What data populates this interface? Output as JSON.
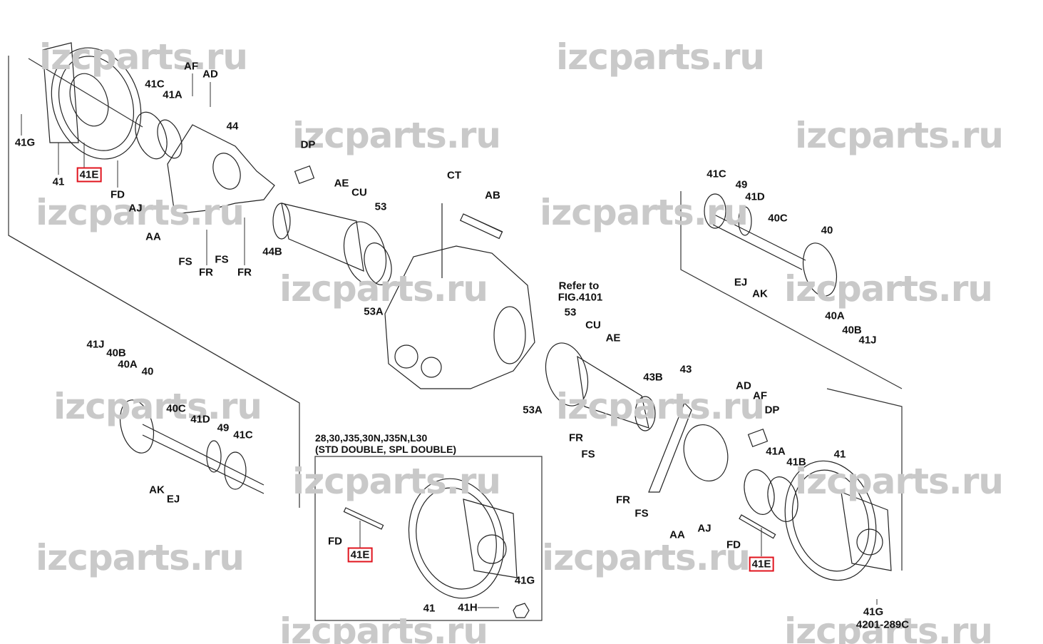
{
  "watermark": "izcparts.ru",
  "figure_id": "4201-289C",
  "refer_note": {
    "line1": "Refer to",
    "line2": "FIG.4101"
  },
  "inset": {
    "line1": "28,30,J35,30N,J35N,L30",
    "line2": "(STD DOUBLE, SPL DOUBLE)"
  },
  "highlight_color": "#e0141e",
  "callouts": [
    "41G",
    "41",
    "41E",
    "FD",
    "AJ",
    "AA",
    "AF",
    "AD",
    "41C",
    "41A",
    "44",
    "DP",
    "AE",
    "CU",
    "53",
    "44B",
    "FS",
    "FR",
    "FS",
    "FR",
    "53A",
    "CT",
    "AB",
    "53",
    "CU",
    "AE",
    "43B",
    "43",
    "53A",
    "AD",
    "AF",
    "DP",
    "FR",
    "FS",
    "FR",
    "FS",
    "AA",
    "AJ",
    "FD",
    "41E",
    "41A",
    "41B",
    "41",
    "41G",
    "41C",
    "49",
    "41D",
    "40C",
    "40",
    "EJ",
    "AK",
    "40A",
    "40B",
    "41J",
    "41J",
    "40B",
    "40A",
    "40",
    "40C",
    "41D",
    "49",
    "41C",
    "AK",
    "EJ",
    "FD",
    "41E",
    "41",
    "41H",
    "41G"
  ],
  "highlighted": [
    2,
    39,
    65
  ]
}
